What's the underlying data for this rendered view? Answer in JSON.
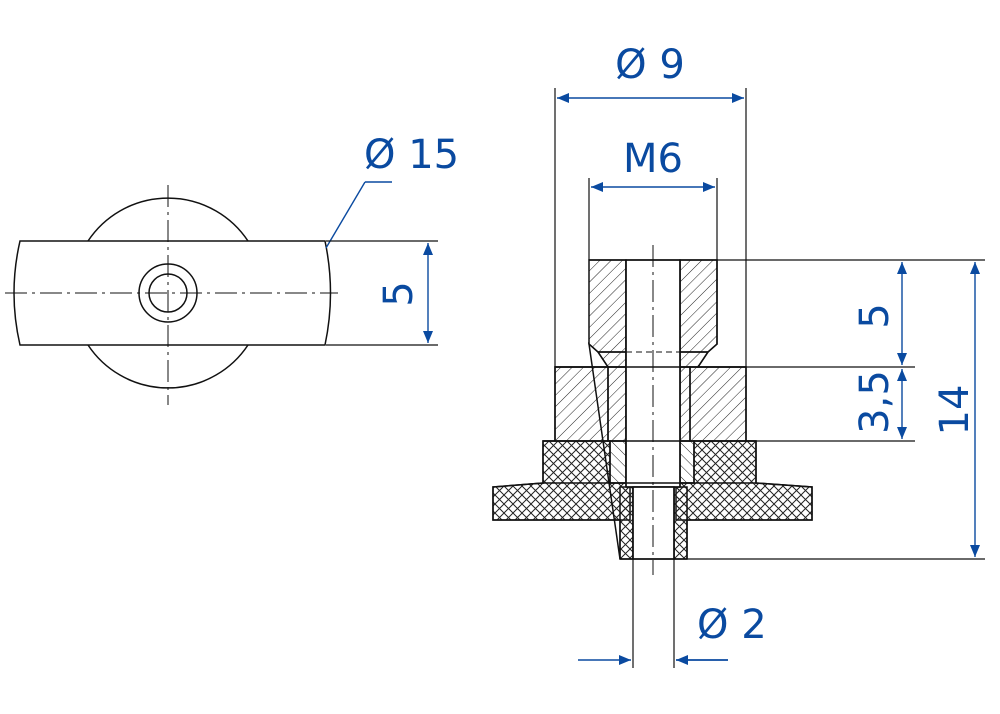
{
  "colors": {
    "outline": "#111111",
    "dimension": "#0a4aa0",
    "background": "#ffffff"
  },
  "dimensions": {
    "side_view": {
      "diameter_label": "Ø 15",
      "thickness_label": "5"
    },
    "section_view": {
      "outer_diameter_label": "Ø 9",
      "thread_label": "M6",
      "upper_height_label": "5",
      "middle_height_label": "3,5",
      "total_height_label": "14",
      "bore_diameter_label": "Ø 2"
    }
  }
}
